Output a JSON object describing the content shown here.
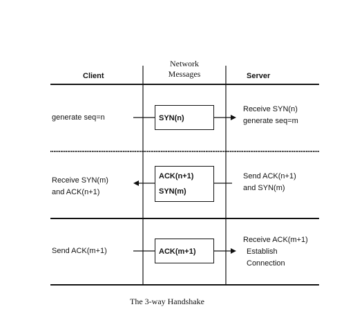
{
  "headers": {
    "client": "Client",
    "network": [
      "Network",
      "Messages"
    ],
    "server": "Server"
  },
  "rows": [
    {
      "client": [
        "generate seq=n"
      ],
      "messages": [
        "SYN(n)"
      ],
      "arrow": "right",
      "server": [
        "Receive SYN(n)",
        "generate seq=m"
      ]
    },
    {
      "client": [
        "Receive SYN(m)",
        "and ACK(n+1)"
      ],
      "messages": [
        "ACK(n+1)",
        "SYN(m)"
      ],
      "arrow": "left",
      "server": [
        "Send ACK(n+1)",
        "and SYN(m)"
      ]
    },
    {
      "client": [
        "Send ACK(m+1)"
      ],
      "messages": [
        "ACK(m+1)"
      ],
      "arrow": "right",
      "server": [
        "Receive ACK(m+1)",
        "Establish",
        "Connection"
      ]
    }
  ],
  "caption": "The 3-way Handshake"
}
